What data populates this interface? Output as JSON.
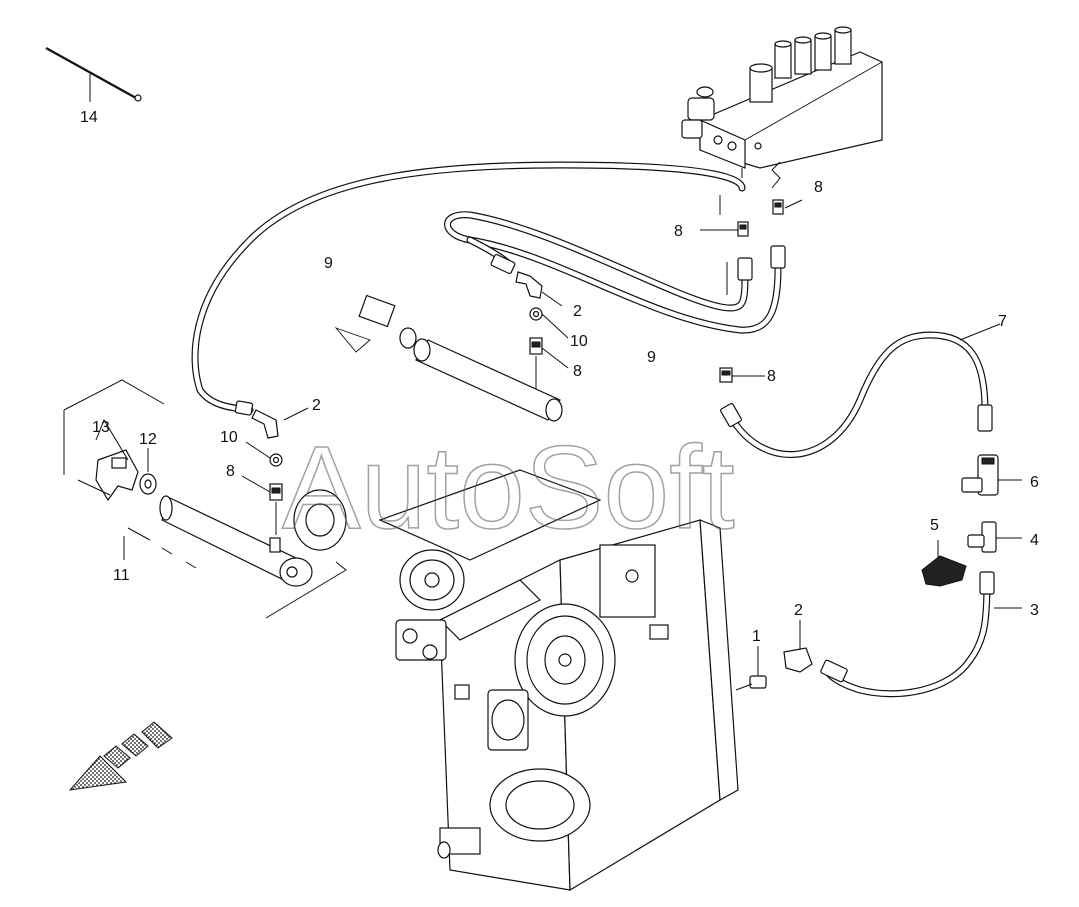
{
  "watermark": "AutoSoft",
  "callouts": [
    {
      "id": "c14",
      "label": "14"
    },
    {
      "id": "c9a",
      "label": "9"
    },
    {
      "id": "c8a",
      "label": "8"
    },
    {
      "id": "c8b",
      "label": "8"
    },
    {
      "id": "c2a",
      "label": "2"
    },
    {
      "id": "c10a",
      "label": "10"
    },
    {
      "id": "c8c",
      "label": "8"
    },
    {
      "id": "c9b",
      "label": "9"
    },
    {
      "id": "c8d",
      "label": "8"
    },
    {
      "id": "c7",
      "label": "7"
    },
    {
      "id": "c2b",
      "label": "2"
    },
    {
      "id": "c10b",
      "label": "10"
    },
    {
      "id": "c8e",
      "label": "8"
    },
    {
      "id": "c13",
      "label": "13"
    },
    {
      "id": "c12",
      "label": "12"
    },
    {
      "id": "c11",
      "label": "11"
    },
    {
      "id": "c6",
      "label": "6"
    },
    {
      "id": "c5",
      "label": "5"
    },
    {
      "id": "c4",
      "label": "4"
    },
    {
      "id": "c3",
      "label": "3"
    },
    {
      "id": "c1",
      "label": "1"
    },
    {
      "id": "c2c",
      "label": "2"
    }
  ],
  "icons": {
    "direction_arrow": "forward-direction-arrow-icon"
  }
}
